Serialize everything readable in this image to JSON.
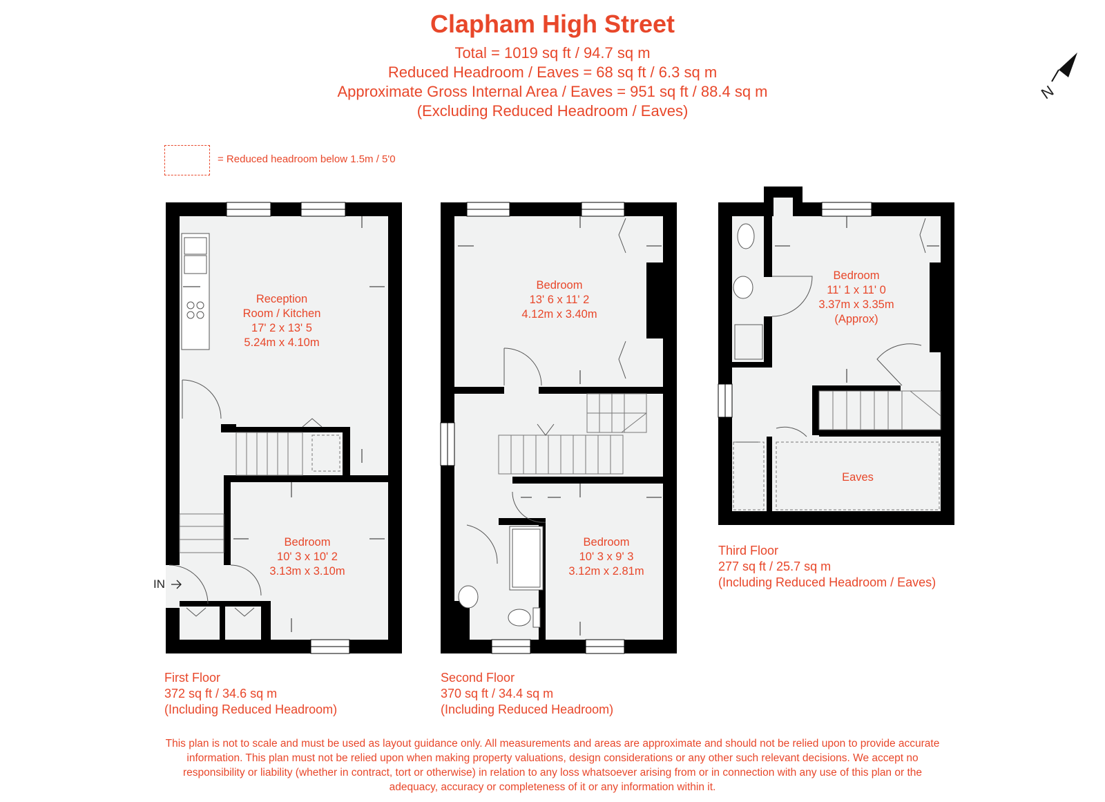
{
  "header": {
    "title": "Clapham High Street",
    "lines": [
      "Total = 1019 sq ft / 94.7 sq m",
      "Reduced Headroom / Eaves = 68 sq ft / 6.3 sq m",
      "Approximate Gross Internal Area / Eaves = 951 sq ft / 88.4 sq m",
      "(Excluding Reduced Headroom / Eaves)"
    ]
  },
  "legend": {
    "text": "= Reduced headroom below 1.5m / 5'0"
  },
  "compass": {
    "label": "N",
    "icon": "north-arrow-icon"
  },
  "colors": {
    "accent": "#e8472a",
    "wall": "#000000",
    "floor": "#f1f2f2"
  },
  "entrance_label": "IN",
  "floors": [
    {
      "name": "First Floor",
      "area": "372 sq ft / 34.6 sq m",
      "note": "(Including Reduced Headroom)",
      "rooms": [
        {
          "lines": [
            "Reception",
            "Room / Kitchen",
            "17' 2 x 13' 5",
            "5.24m x 4.10m"
          ]
        },
        {
          "lines": [
            "Bedroom",
            "10' 3 x 10' 2",
            "3.13m x 3.10m"
          ]
        }
      ]
    },
    {
      "name": "Second Floor",
      "area": "370 sq ft / 34.4 sq m",
      "note": "(Including Reduced Headroom)",
      "rooms": [
        {
          "lines": [
            "Bedroom",
            "13' 6 x 11' 2",
            "4.12m x 3.40m"
          ]
        },
        {
          "lines": [
            "Bedroom",
            "10' 3 x 9' 3",
            "3.12m x 2.81m"
          ]
        }
      ]
    },
    {
      "name": "Third Floor",
      "area": "277 sq ft / 25.7 sq m",
      "note": "(Including Reduced Headroom / Eaves)",
      "rooms": [
        {
          "lines": [
            "Bedroom",
            "11' 1 x 11' 0",
            "3.37m x 3.35m",
            "(Approx)"
          ]
        },
        {
          "lines": [
            "Eaves"
          ]
        }
      ]
    }
  ],
  "disclaimer": "This plan is not to scale and must be used as layout guidance only. All measurements and areas are approximate and should not be relied upon to provide accurate information. This plan must not be relied upon when making property valuations, design considerations or any other such relevant decisions. We accept no responsibility or liability (whether in contract, tort or otherwise) in relation to any loss whatsoever arising from or in connection with any use of this plan or the adequacy, accuracy or completeness of it or any information within it."
}
